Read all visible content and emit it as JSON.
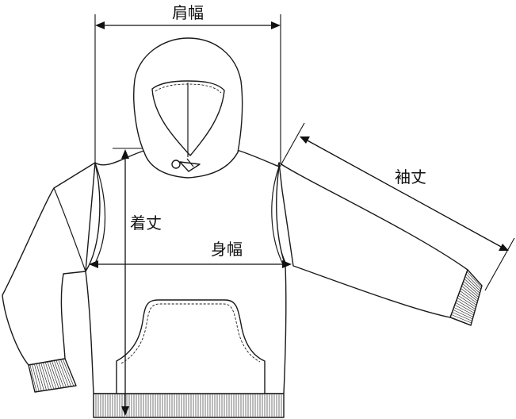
{
  "labels": {
    "shoulder_width": "肩幅",
    "body_length": "着丈",
    "chest_width": "身幅",
    "sleeve_length": "袖丈"
  }
}
